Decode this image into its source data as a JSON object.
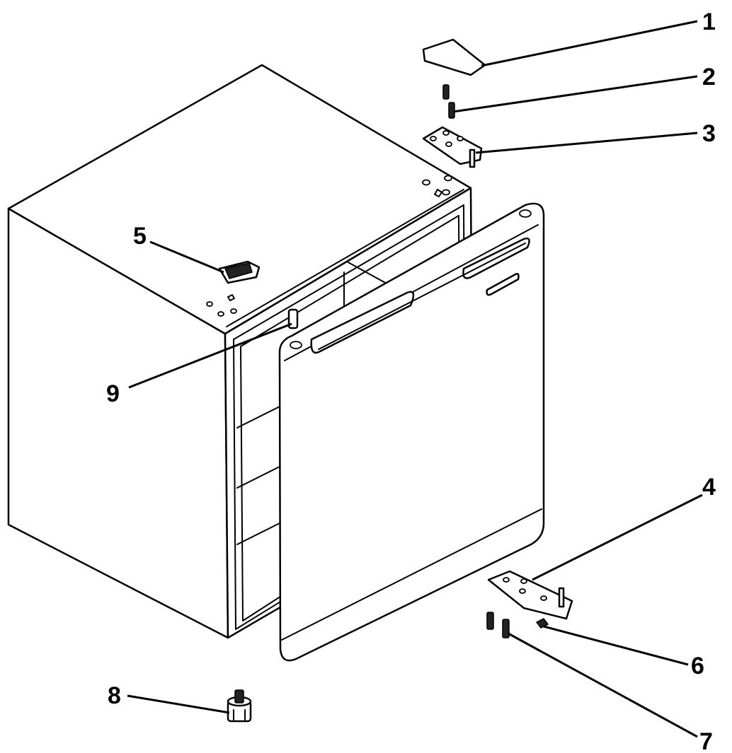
{
  "diagram": {
    "type": "exploded-parts-view",
    "callouts": [
      {
        "id": "1",
        "label": "1"
      },
      {
        "id": "2",
        "label": "2"
      },
      {
        "id": "3",
        "label": "3"
      },
      {
        "id": "4",
        "label": "4"
      },
      {
        "id": "5",
        "label": "5"
      },
      {
        "id": "6",
        "label": "6"
      },
      {
        "id": "7",
        "label": "7"
      },
      {
        "id": "8",
        "label": "8"
      },
      {
        "id": "9",
        "label": "9"
      }
    ]
  },
  "colors": {
    "line": "#000000",
    "background": "#ffffff"
  }
}
